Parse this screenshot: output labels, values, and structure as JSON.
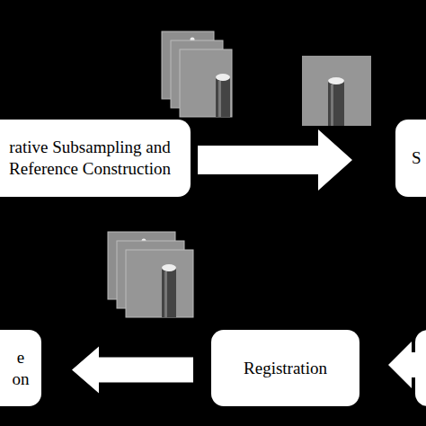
{
  "diagram": {
    "nodes": [
      {
        "text": [
          "rative Subsampling and Reference Construction"
        ]
      },
      {
        "text": [
          "S"
        ]
      },
      {
        "text": [
          "e on"
        ]
      },
      {
        "text": [
          "Registration"
        ]
      }
    ],
    "edges": [
      {
        "from": 0,
        "to": 1,
        "arrow": "to"
      },
      {
        "from": 3,
        "to": 2,
        "arrow": "to"
      }
    ]
  }
}
